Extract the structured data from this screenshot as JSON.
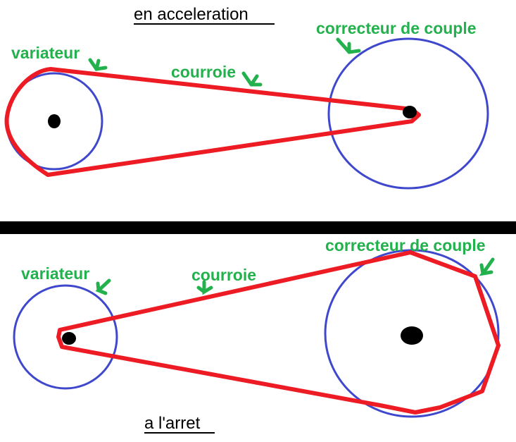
{
  "colors": {
    "label": "#22b14c",
    "pulley": "#3f48cc",
    "belt": "#ed1c24",
    "axle": "#000000"
  },
  "top": {
    "title": "en acceleration",
    "variateur": "variateur",
    "courroie": "courroie",
    "correcteur": "correcteur de couple"
  },
  "bottom": {
    "title": "a l'arret",
    "variateur": "variateur",
    "courroie": "courroie",
    "correcteur": "correcteur de couple"
  }
}
